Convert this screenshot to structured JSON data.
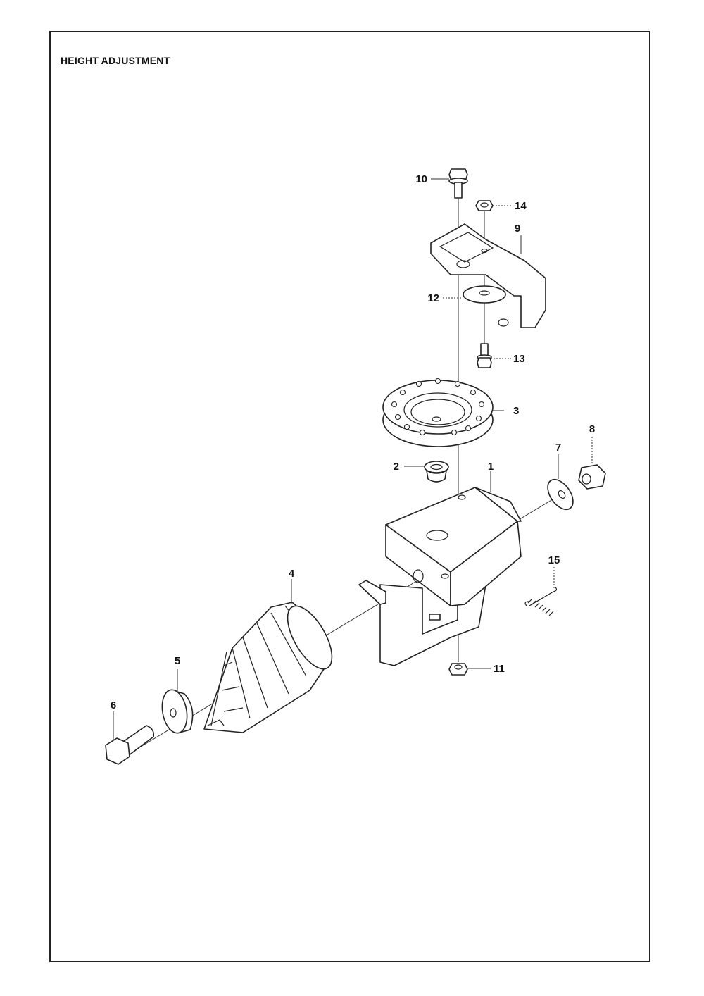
{
  "title": "HEIGHT ADJUSTMENT",
  "callouts": [
    {
      "id": "1",
      "label": "1"
    },
    {
      "id": "2",
      "label": "2"
    },
    {
      "id": "3",
      "label": "3"
    },
    {
      "id": "4",
      "label": "4"
    },
    {
      "id": "5",
      "label": "5"
    },
    {
      "id": "6",
      "label": "6"
    },
    {
      "id": "7",
      "label": "7"
    },
    {
      "id": "8",
      "label": "8"
    },
    {
      "id": "9",
      "label": "9"
    },
    {
      "id": "10",
      "label": "10"
    },
    {
      "id": "11",
      "label": "11"
    },
    {
      "id": "12",
      "label": "12"
    },
    {
      "id": "13",
      "label": "13"
    },
    {
      "id": "14",
      "label": "14"
    },
    {
      "id": "15",
      "label": "15"
    }
  ]
}
